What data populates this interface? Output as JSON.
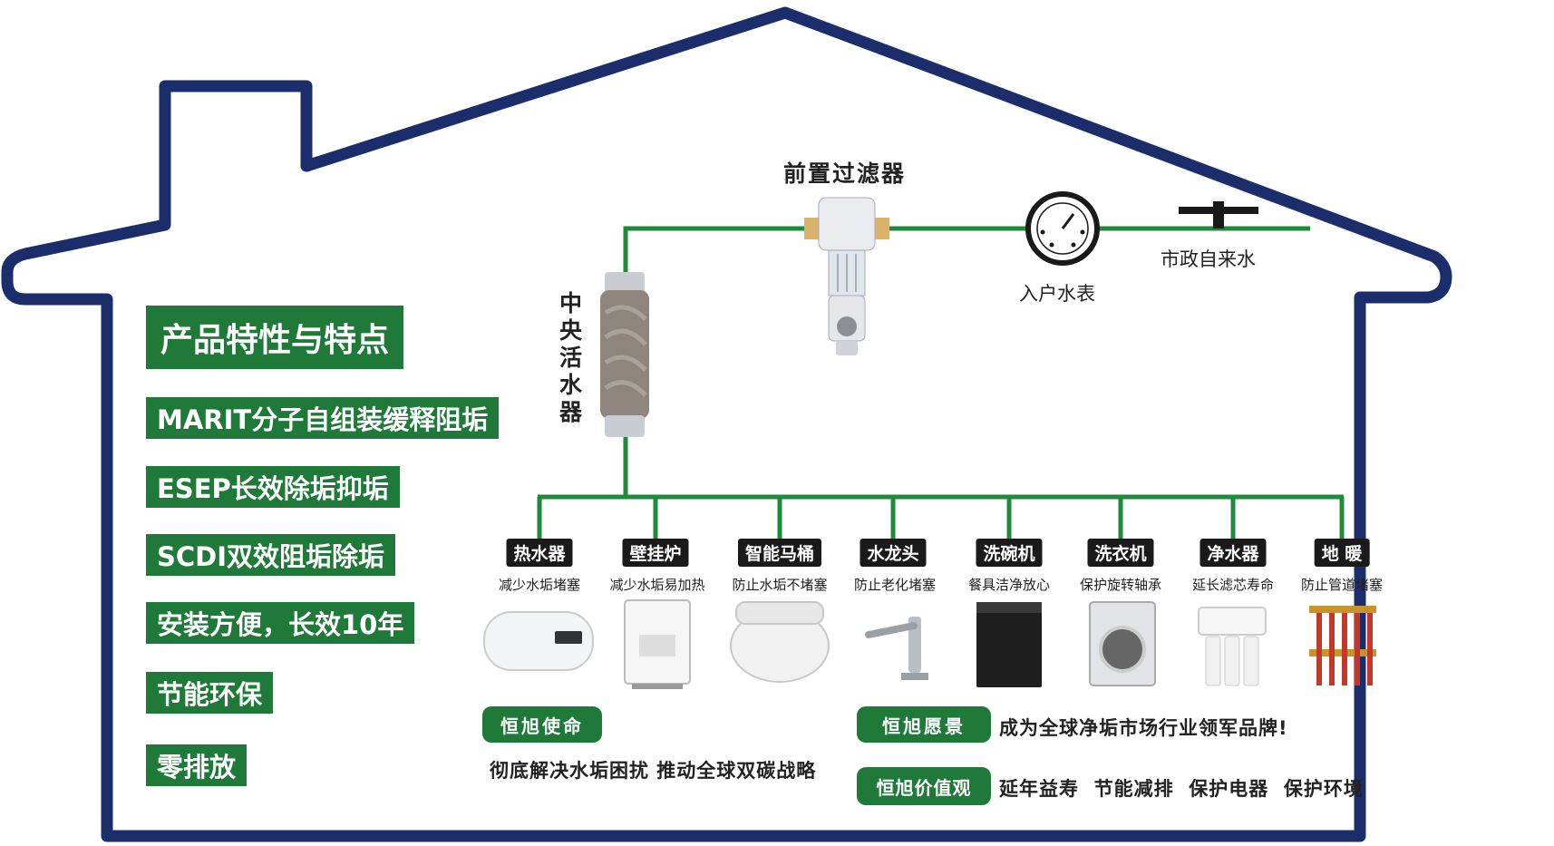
{
  "colors": {
    "house_outline": "#1b2d6b",
    "pipe": "#1f8a3a",
    "badge_green": "#1f7a3a",
    "dark_tag": "#1a1a1a"
  },
  "labels": {
    "front_filter": "前置过滤器",
    "water_meter": "入户水表",
    "municipal_water": "市政自来水",
    "central_device": "中央活水器"
  },
  "features": {
    "title": "产品特性与特点",
    "items": [
      "MARIT分子自组装缓释阻垢",
      "ESEP长效除垢抑垢",
      "SCDI双效阻垢除垢",
      "安装方便，长效10年",
      "节能环保",
      "零排放"
    ]
  },
  "appliances": [
    {
      "name": "热水器",
      "desc": "减少水垢堵塞",
      "icon": "water-heater-icon"
    },
    {
      "name": "壁挂炉",
      "desc": "减少水垢易加热",
      "icon": "wall-boiler-icon"
    },
    {
      "name": "智能马桶",
      "desc": "防止水垢不堵塞",
      "icon": "smart-toilet-icon"
    },
    {
      "name": "水龙头",
      "desc": "防止老化堵塞",
      "icon": "faucet-icon"
    },
    {
      "name": "洗碗机",
      "desc": "餐具洁净放心",
      "icon": "dishwasher-icon"
    },
    {
      "name": "洗衣机",
      "desc": "保护旋转轴承",
      "icon": "washing-machine-icon"
    },
    {
      "name": "净水器",
      "desc": "延长滤芯寿命",
      "icon": "water-purifier-icon"
    },
    {
      "name": "地 暖",
      "desc": "防止管道堵塞",
      "icon": "floor-heating-manifold-icon"
    }
  ],
  "mission": {
    "label": "恒旭使命",
    "text": "彻底解决水垢困扰 推动全球双碳战略"
  },
  "vision": {
    "label": "恒旭愿景",
    "text": "成为全球净垢市场行业领军品牌!"
  },
  "values": {
    "label": "恒旭价值观",
    "text": "延年益寿  节能减排  保护电器  保护环境"
  }
}
